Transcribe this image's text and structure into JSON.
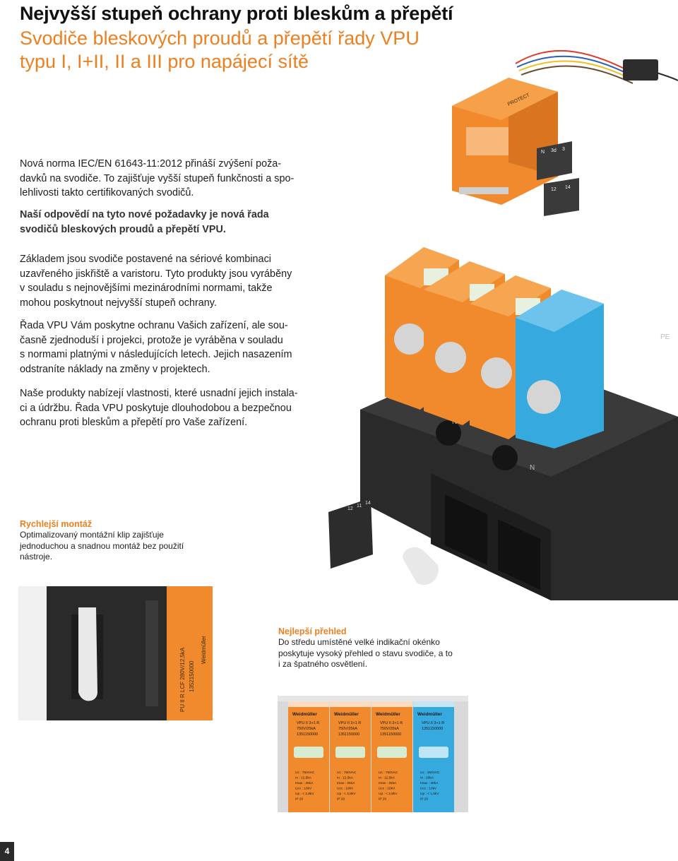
{
  "header": {
    "title": "Nejvyšší stupeň ochrany proti bleskům a přepětí",
    "subtitle_line1": "Svodiče bleskových proudů a přepětí řady VPU",
    "subtitle_line2": "typu I, I+II, II a III pro napájecí sítě"
  },
  "intro": {
    "p1": [
      "Nová norma IEC/EN 61643-11:2012 přináší zvýšení poža-",
      "davků na svodiče. To zajišťuje vyšší stupeň funkčnosti a spo-",
      "lehlivosti takto certifikovaných svodičů."
    ],
    "p2": [
      "Naší odpovědí na tyto nové požadavky je nová řada",
      "svodičů bleskových proudů a přepětí VPU."
    ],
    "p3": [
      "Základem jsou svodiče postavené na sériové kombinaci",
      "uzavřeného jiskřiště a varistoru. Tyto produkty jsou vyráběny",
      "v souladu s nejnovějšími mezinárodními normami, takže",
      "mohou poskytnout nejvyšší stupeň ochrany."
    ],
    "p4": [
      "Řada VPU Vám poskytne ochranu Vašich zařízení, ale sou-",
      "časně zjednoduší i projekci, protože je vyráběna v souladu",
      "s normami platnými v následujících letech. Jejich nasazením",
      "odstraníte náklady na změny v projektech."
    ],
    "p5": [
      "Naše produkty nabízejí vlastnosti, které usnadní jejich instala-",
      "ci a údržbu. Řada VPU poskytuje dlouhodobou a bezpečnou",
      "ochranu proti bleskům a přepětí pro Vaše zařízení."
    ]
  },
  "features": {
    "mounting": {
      "title": "Rychlejší montáž",
      "text": [
        "Optimalizovaný montážní klip zajišťuje",
        "jednoduchou a snadnou montáž bez použití",
        "nástroje."
      ]
    },
    "overview": {
      "title": "Nejlepší přehled",
      "text": [
        "Do středu umístěné velké indikační okénko",
        "poskytuje vysoký přehled o stavu svodiče, a to",
        "i za špatného osvětlení."
      ]
    }
  },
  "page_number": "4",
  "colors": {
    "accent": "#ee7f1f",
    "orange_module": "#f08a2c",
    "blue_module": "#36a9df",
    "base_dark": "#2a2a2a"
  },
  "product_labels": {
    "brand": "Weidmüller",
    "small_module": "PROTECT",
    "terminal_top": [
      "N",
      "3d",
      "3"
    ],
    "terminal_bottom": [
      "12",
      "14"
    ],
    "base_marks": [
      "N",
      "N",
      "PE"
    ],
    "clip_terminal": [
      "12",
      "11",
      "14"
    ],
    "clip_module": [
      "PU II R LCF 280V/12,5kA",
      "1352150000"
    ],
    "modules": [
      {
        "type": "VPU II 3+1 R",
        "rating": "750V/25kA",
        "code": "1351150000",
        "specs": [
          "Uc : 750VAC",
          "In : 12,5kA",
          "Imax : 25kA",
          "Ucc : 10kV",
          "Up : < 2,8kV",
          "IP 20"
        ]
      },
      {
        "type": "VPU II 3+1 R",
        "rating": "750V/25kA",
        "code": "1351150000",
        "specs": [
          "Uc : 750VAC",
          "In : 12,5kA",
          "Imax : 25kA",
          "Ucc : 10kV",
          "Up : < 2,8kV",
          "IP 20"
        ]
      },
      {
        "type": "VPU II 3+1 R",
        "rating": "750V/25kA",
        "code": "1351150000",
        "specs": [
          "Uc : 750VAC",
          "In : 12,5kA",
          "Imax : 25kA",
          "Ucc : 10kV",
          "Up : < 2,8kV",
          "IP 20"
        ]
      },
      {
        "type": "VPU II 3+1 R",
        "rating": "",
        "code": "1351150000",
        "specs": [
          "Uc : 260VAC",
          "In : 20kA",
          "Imax : 40kA",
          "Ucc : 10kV",
          "Up : < 1,5kV",
          "IP 20"
        ]
      }
    ]
  }
}
